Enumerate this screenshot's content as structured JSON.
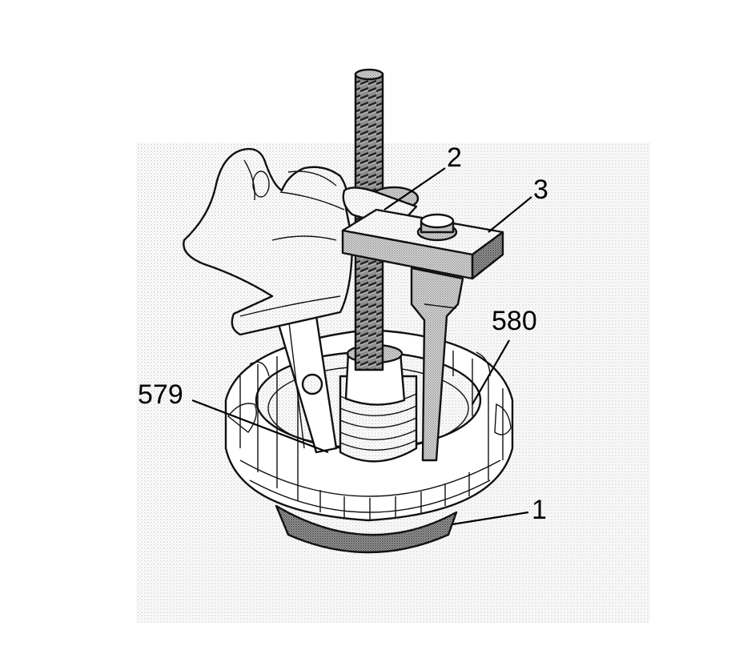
{
  "callouts": {
    "c1": "1",
    "c2": "2",
    "c3": "3",
    "c579": "579",
    "c580": "580"
  },
  "colors": {
    "background": "#ffffff",
    "ink": "#111111",
    "stipple_light": "#d9d9d9",
    "stipple_dark": "#9a9a9a"
  }
}
